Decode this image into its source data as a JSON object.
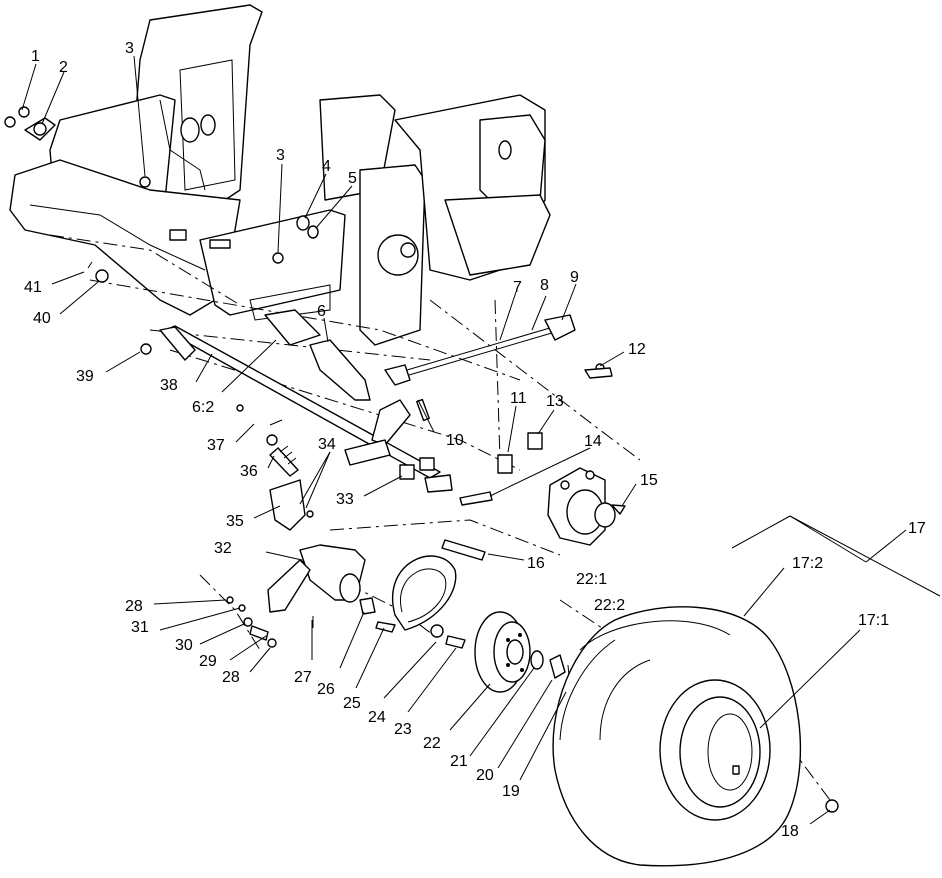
{
  "callouts": [
    {
      "id": "c1",
      "text": "1"
    },
    {
      "id": "c2",
      "text": "2"
    },
    {
      "id": "c3a",
      "text": "3"
    },
    {
      "id": "c3b",
      "text": "3"
    },
    {
      "id": "c4",
      "text": "4"
    },
    {
      "id": "c5",
      "text": "5"
    },
    {
      "id": "c6",
      "text": "6"
    },
    {
      "id": "c6_2",
      "text": "6:2"
    },
    {
      "id": "c7",
      "text": "7"
    },
    {
      "id": "c8",
      "text": "8"
    },
    {
      "id": "c9",
      "text": "9"
    },
    {
      "id": "c10",
      "text": "10"
    },
    {
      "id": "c11",
      "text": "11"
    },
    {
      "id": "c12",
      "text": "12"
    },
    {
      "id": "c13",
      "text": "13"
    },
    {
      "id": "c14",
      "text": "14"
    },
    {
      "id": "c15",
      "text": "15"
    },
    {
      "id": "c16",
      "text": "16"
    },
    {
      "id": "c17",
      "text": "17"
    },
    {
      "id": "c17_1",
      "text": "17:1"
    },
    {
      "id": "c17_2",
      "text": "17:2"
    },
    {
      "id": "c18",
      "text": "18"
    },
    {
      "id": "c19",
      "text": "19"
    },
    {
      "id": "c20",
      "text": "20"
    },
    {
      "id": "c21",
      "text": "21"
    },
    {
      "id": "c22",
      "text": "22"
    },
    {
      "id": "c22_1",
      "text": "22:1"
    },
    {
      "id": "c22_2",
      "text": "22:2"
    },
    {
      "id": "c23",
      "text": "23"
    },
    {
      "id": "c24",
      "text": "24"
    },
    {
      "id": "c25",
      "text": "25"
    },
    {
      "id": "c26",
      "text": "26"
    },
    {
      "id": "c27",
      "text": "27"
    },
    {
      "id": "c28a",
      "text": "28"
    },
    {
      "id": "c28b",
      "text": "28"
    },
    {
      "id": "c29",
      "text": "29"
    },
    {
      "id": "c30",
      "text": "30"
    },
    {
      "id": "c31",
      "text": "31"
    },
    {
      "id": "c32",
      "text": "32"
    },
    {
      "id": "c33",
      "text": "33"
    },
    {
      "id": "c34",
      "text": "34"
    },
    {
      "id": "c35",
      "text": "35"
    },
    {
      "id": "c36",
      "text": "36"
    },
    {
      "id": "c37",
      "text": "37"
    },
    {
      "id": "c38",
      "text": "38"
    },
    {
      "id": "c39",
      "text": "39"
    },
    {
      "id": "c40",
      "text": "40"
    },
    {
      "id": "c41",
      "text": "41"
    }
  ]
}
